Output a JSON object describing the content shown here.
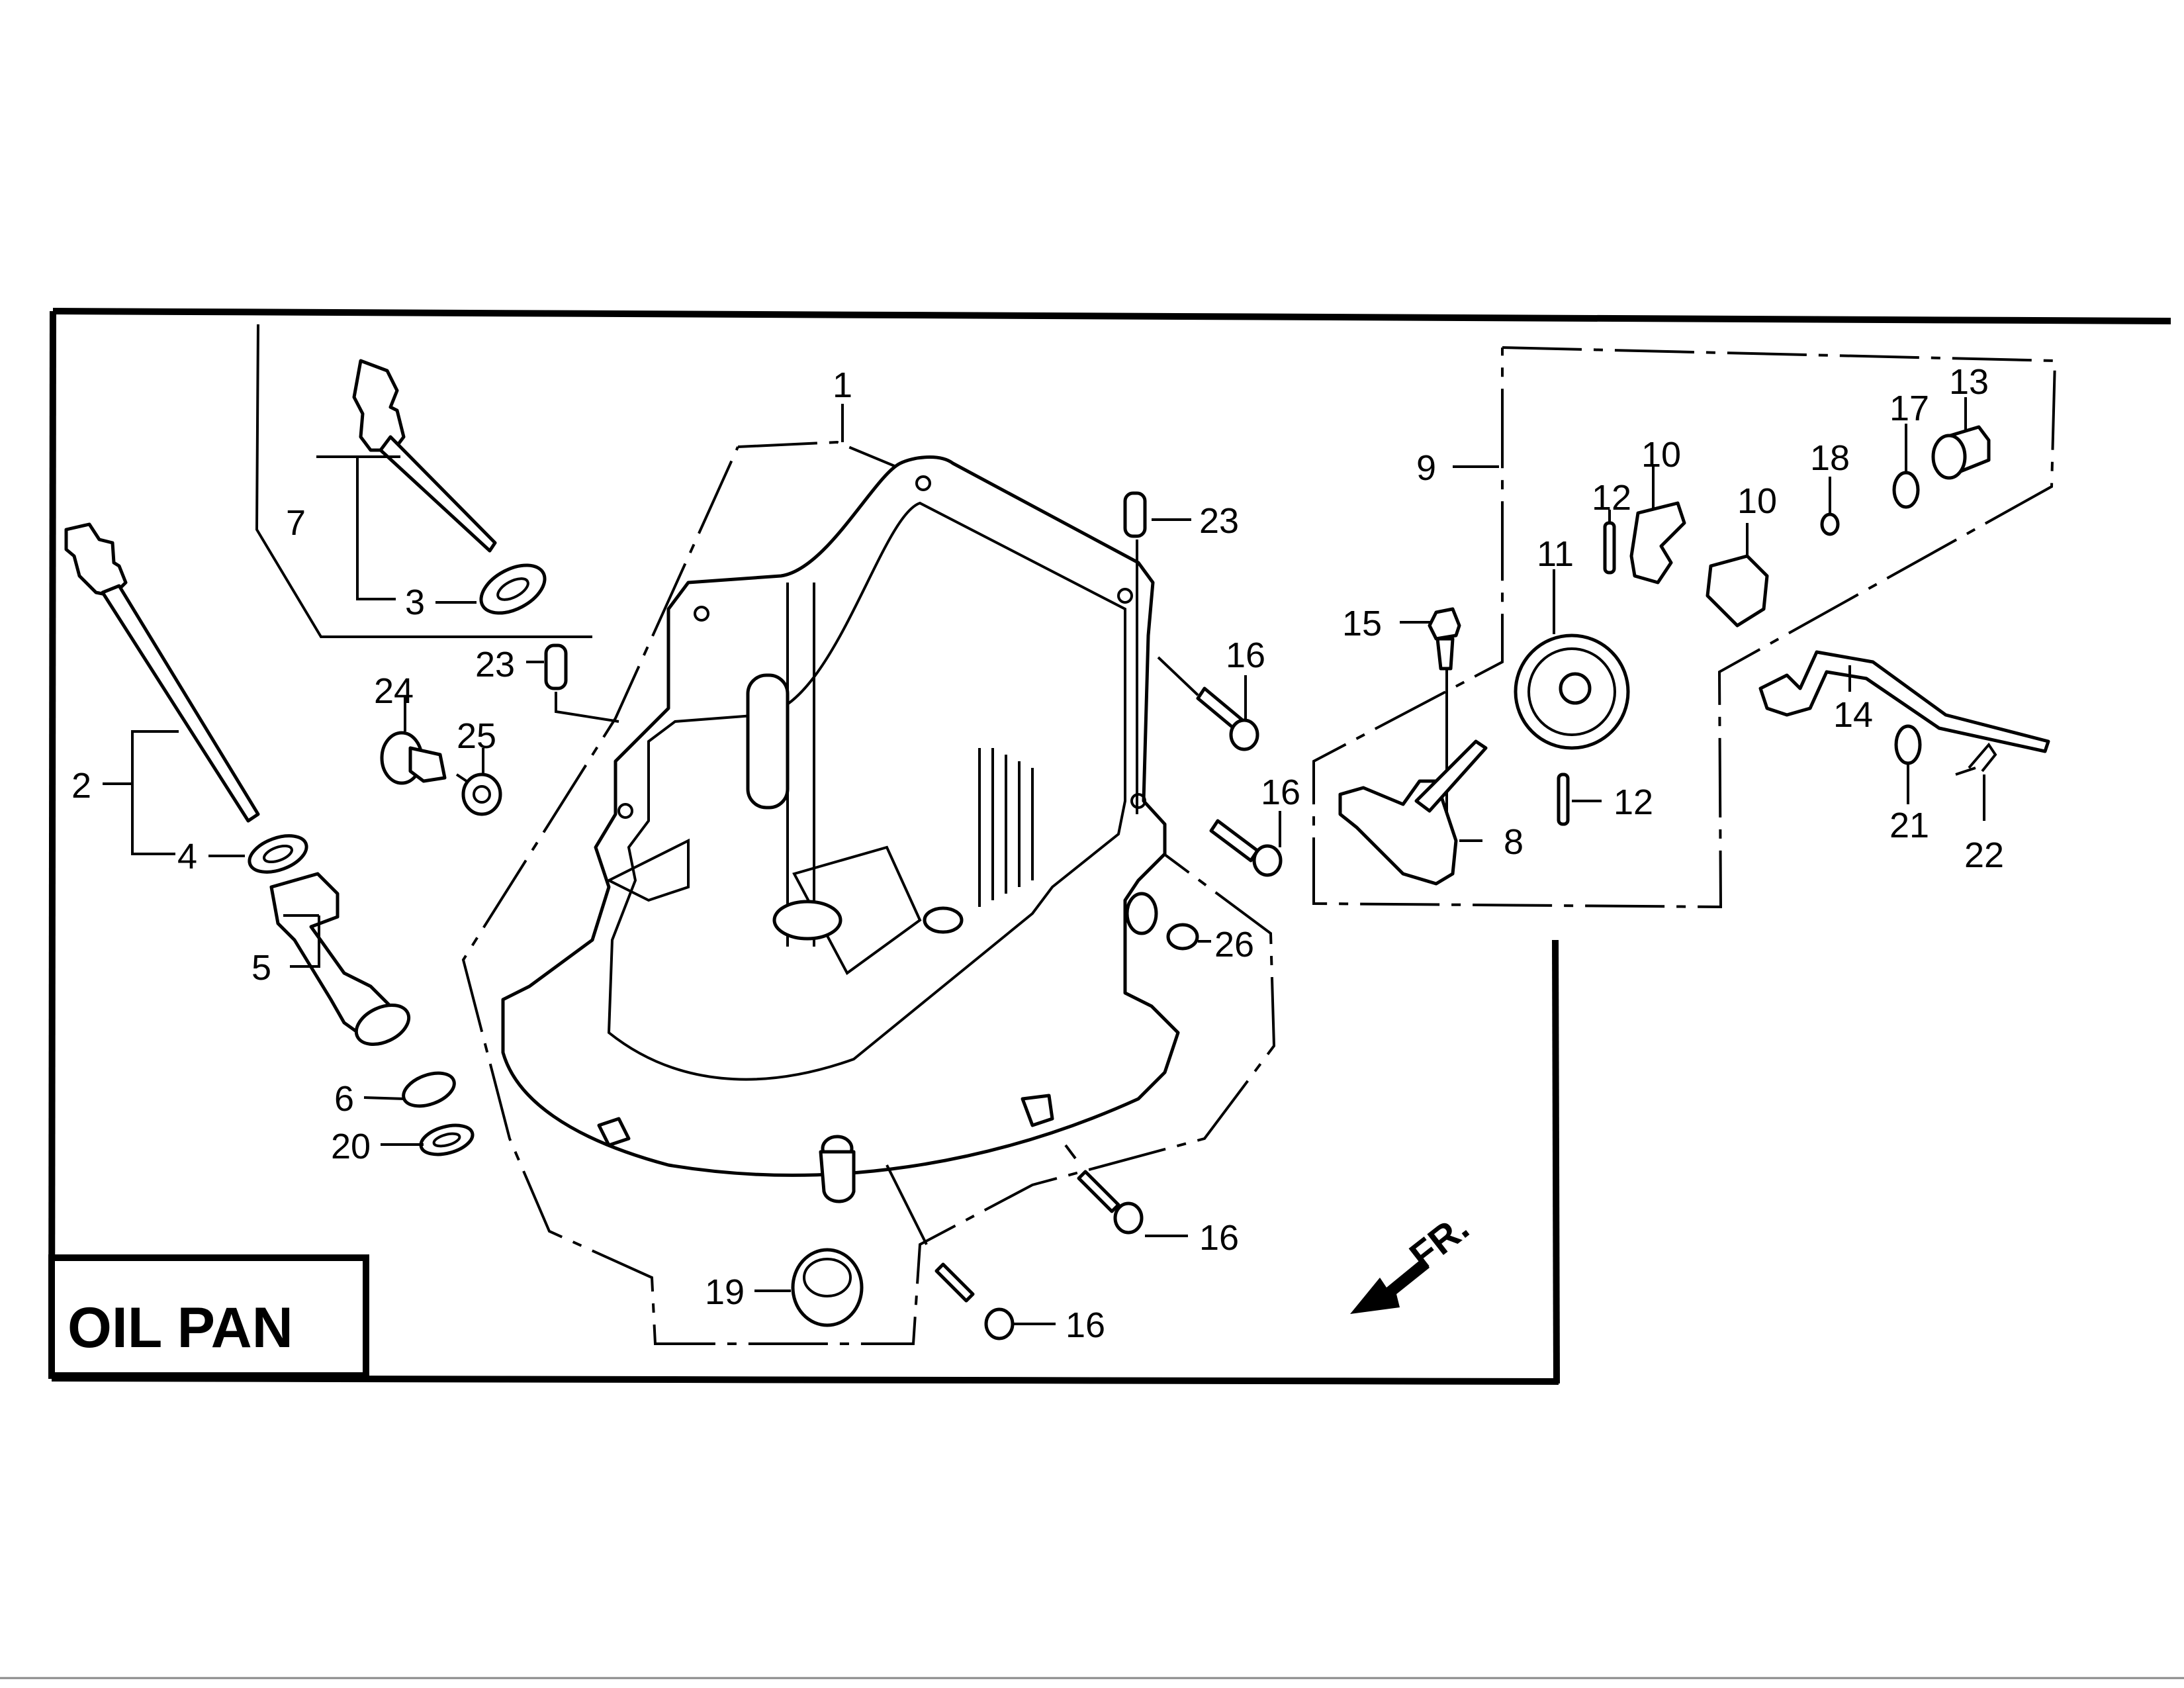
{
  "diagram": {
    "title": "OIL PAN",
    "direction_label": "FR.",
    "colors": {
      "ink": "#000000",
      "paper": "#ffffff"
    }
  },
  "callouts": {
    "c1": "1",
    "c2": "2",
    "c3": "3",
    "c4": "4",
    "c5": "5",
    "c6": "6",
    "c7": "7",
    "c8": "8",
    "c9": "9",
    "c10a": "10",
    "c10b": "10",
    "c11": "11",
    "c12a": "12",
    "c12b": "12",
    "c13": "13",
    "c14": "14",
    "c15": "15",
    "c16a": "16",
    "c16b": "16",
    "c16c": "16",
    "c16d": "16",
    "c17": "17",
    "c18": "18",
    "c19": "19",
    "c20": "20",
    "c21": "21",
    "c22": "22",
    "c23a": "23",
    "c23b": "23",
    "c24": "24",
    "c25": "25",
    "c26": "26"
  }
}
